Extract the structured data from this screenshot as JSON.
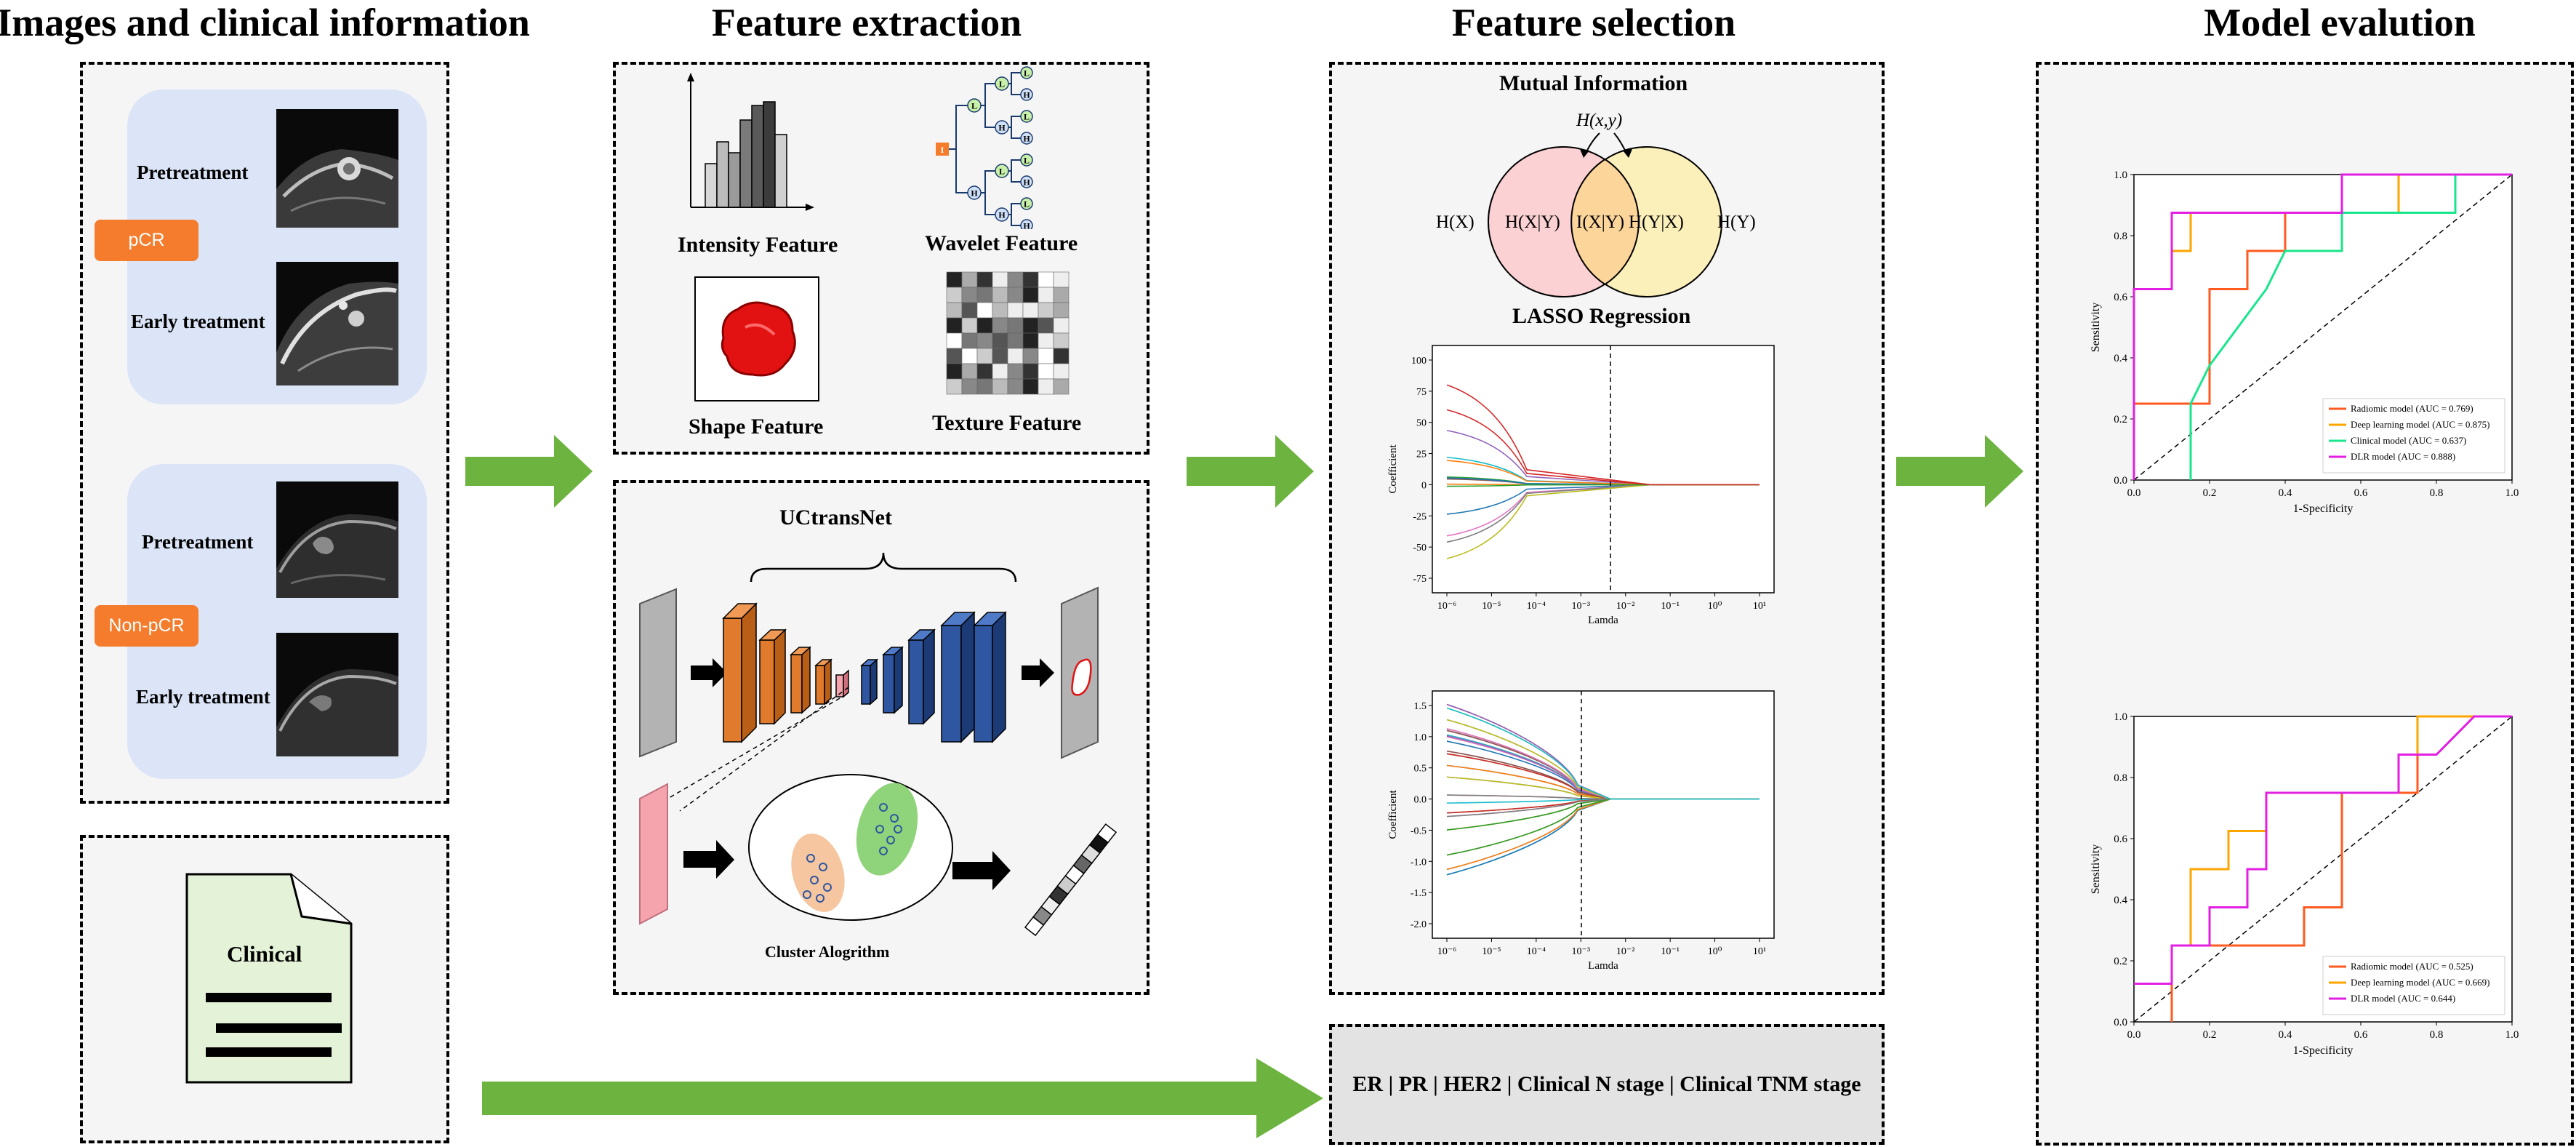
{
  "headings": {
    "images": "Images and clinical information",
    "extraction": "Feature extraction",
    "selection": "Feature selection",
    "evaluation": "Model evalution"
  },
  "images_panel": {
    "pcr_badge": "pCR",
    "nonpcr_badge": "Non-pCR",
    "pre1": "Pretreatment",
    "early1": "Early treatment",
    "pre2": "Pretreatment",
    "early2": "Early treatment"
  },
  "clinical_doc": {
    "title": "Clinical"
  },
  "extraction_panel": {
    "intensity": "Intensity Feature",
    "wavelet": "Wavelet Feature",
    "shape": "Shape Feature",
    "texture": "Texture Feature",
    "wavelet_root": "I",
    "wavelet_l": "L",
    "wavelet_h": "H"
  },
  "uctransnet": {
    "title": "UCtransNet",
    "cluster": "Cluster Alogrithm"
  },
  "mutual_info": {
    "title": "Mutual Information",
    "hxy": "H(x,y)",
    "hx": "H(X)",
    "hy": "H(Y)",
    "hx_given_y": "H(X|Y)",
    "ixy": "I(X|Y)",
    "hy_given_x": "H(Y|X)"
  },
  "lasso": {
    "title": "LASSO Regression",
    "xlabel": "Lamda",
    "ylabel": "Coefficient",
    "top_yticks": [
      "100",
      "75",
      "50",
      "25",
      "0",
      "-25",
      "-50",
      "-75"
    ],
    "bottom_yticks": [
      "1.5",
      "1.0",
      "0.5",
      "0.0",
      "-0.5",
      "-1.0",
      "-1.5",
      "-2.0"
    ],
    "xticks": [
      "10⁻⁶",
      "10⁻⁵",
      "10⁻⁴",
      "10⁻³",
      "10⁻²",
      "10⁻¹",
      "10⁰",
      "10¹"
    ]
  },
  "clinical_bar": {
    "text": "ER | PR | HER2 | Clinical N stage | Clinical TNM stage"
  },
  "roc": {
    "xlabel": "1-Specificity",
    "ylabel": "Sensitivity",
    "ticks": [
      "0.0",
      "0.2",
      "0.4",
      "0.6",
      "0.8",
      "1.0"
    ]
  },
  "chart_data": [
    {
      "type": "line",
      "xlabel": "1-Specificity",
      "ylabel": "Sensitivity",
      "xlim": [
        0,
        1
      ],
      "ylim": [
        0,
        1
      ],
      "legend": "bottom-right",
      "series": [
        {
          "name": "Radiomic model (AUC = 0.769)",
          "color": "#ff5a1f",
          "x": [
            0,
            0.2,
            0.2,
            0.3,
            0.3,
            0.4,
            0.4,
            0.55,
            0.55,
            1.0
          ],
          "y": [
            0.25,
            0.25,
            0.625,
            0.625,
            0.75,
            0.75,
            0.875,
            0.875,
            1.0,
            1.0
          ]
        },
        {
          "name": "Deep learning model (AUC = 0.875)",
          "color": "#ffa500",
          "x": [
            0,
            0,
            0.1,
            0.1,
            0.15,
            0.15,
            0.2,
            0.2,
            0.7,
            0.7,
            1.0
          ],
          "y": [
            0.25,
            0.625,
            0.625,
            0.75,
            0.75,
            0.875,
            0.875,
            0.875,
            0.875,
            1.0,
            1.0
          ]
        },
        {
          "name": "Clinical model (AUC = 0.637)",
          "color": "#19e68c",
          "x": [
            0.15,
            0.15,
            0.2,
            0.35,
            0.4,
            0.55,
            0.55,
            0.85,
            0.85,
            1.0
          ],
          "y": [
            0,
            0.25,
            0.375,
            0.625,
            0.75,
            0.75,
            0.875,
            0.875,
            1.0,
            1.0
          ]
        },
        {
          "name": "DLR model (AUC = 0.888)",
          "color": "#e21fe2",
          "x": [
            0,
            0,
            0.1,
            0.1,
            0.55,
            0.55,
            1.0
          ],
          "y": [
            0,
            0.625,
            0.625,
            0.875,
            0.875,
            1.0,
            1.0
          ]
        }
      ]
    },
    {
      "type": "line",
      "xlabel": "1-Specificity",
      "ylabel": "Sensitivity",
      "xlim": [
        0,
        1
      ],
      "ylim": [
        0,
        1
      ],
      "legend": "bottom-right",
      "series": [
        {
          "name": "Radiomic model (AUC = 0.525)",
          "color": "#ff5a1f",
          "x": [
            0.1,
            0.1,
            0.45,
            0.45,
            0.55,
            0.55,
            0.75,
            0.75,
            1.0
          ],
          "y": [
            0,
            0.25,
            0.25,
            0.375,
            0.375,
            0.75,
            0.75,
            1.0,
            1.0
          ]
        },
        {
          "name": "Deep learning model (AUC = 0.669)",
          "color": "#ffa500",
          "x": [
            0,
            0.1,
            0.1,
            0.15,
            0.15,
            0.25,
            0.25,
            0.35,
            0.35,
            0.7,
            0.7,
            0.75,
            0.75,
            1.0
          ],
          "y": [
            0.125,
            0.125,
            0.25,
            0.25,
            0.5,
            0.5,
            0.625,
            0.625,
            0.75,
            0.75,
            0.875,
            0.875,
            1.0,
            1.0
          ]
        },
        {
          "name": "DLR model (AUC = 0.644)",
          "color": "#e21fe2",
          "x": [
            0,
            0.1,
            0.1,
            0.2,
            0.2,
            0.3,
            0.3,
            0.35,
            0.35,
            0.7,
            0.7,
            0.8,
            0.8,
            0.9,
            1.0
          ],
          "y": [
            0.125,
            0.125,
            0.25,
            0.25,
            0.375,
            0.375,
            0.5,
            0.5,
            0.75,
            0.75,
            0.875,
            0.875,
            0.875,
            1.0,
            1.0
          ]
        }
      ]
    }
  ]
}
